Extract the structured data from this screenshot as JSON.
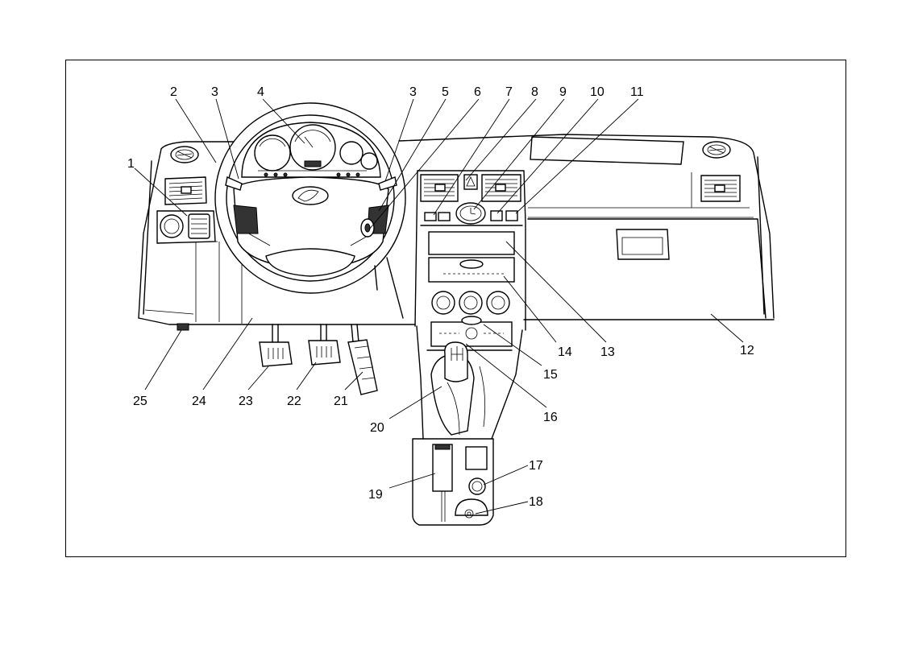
{
  "callouts": [
    {
      "id": "1",
      "text": "1"
    },
    {
      "id": "2",
      "text": "2"
    },
    {
      "id": "3a",
      "text": "3"
    },
    {
      "id": "4",
      "text": "4"
    },
    {
      "id": "3b",
      "text": "3"
    },
    {
      "id": "5",
      "text": "5"
    },
    {
      "id": "6",
      "text": "6"
    },
    {
      "id": "7",
      "text": "7"
    },
    {
      "id": "8",
      "text": "8"
    },
    {
      "id": "9",
      "text": "9"
    },
    {
      "id": "10",
      "text": "10"
    },
    {
      "id": "11",
      "text": "11"
    },
    {
      "id": "12",
      "text": "12"
    },
    {
      "id": "13",
      "text": "13"
    },
    {
      "id": "14",
      "text": "14"
    },
    {
      "id": "15",
      "text": "15"
    },
    {
      "id": "16",
      "text": "16"
    },
    {
      "id": "17",
      "text": "17"
    },
    {
      "id": "18",
      "text": "18"
    },
    {
      "id": "19",
      "text": "19"
    },
    {
      "id": "20",
      "text": "20"
    },
    {
      "id": "21",
      "text": "21"
    },
    {
      "id": "22",
      "text": "22"
    },
    {
      "id": "23",
      "text": "23"
    },
    {
      "id": "24",
      "text": "24"
    },
    {
      "id": "25",
      "text": "25"
    }
  ],
  "icons": {
    "logo": "lada-boat-emblem-icon",
    "gear_pattern": "gear-shift-pattern-icon"
  }
}
